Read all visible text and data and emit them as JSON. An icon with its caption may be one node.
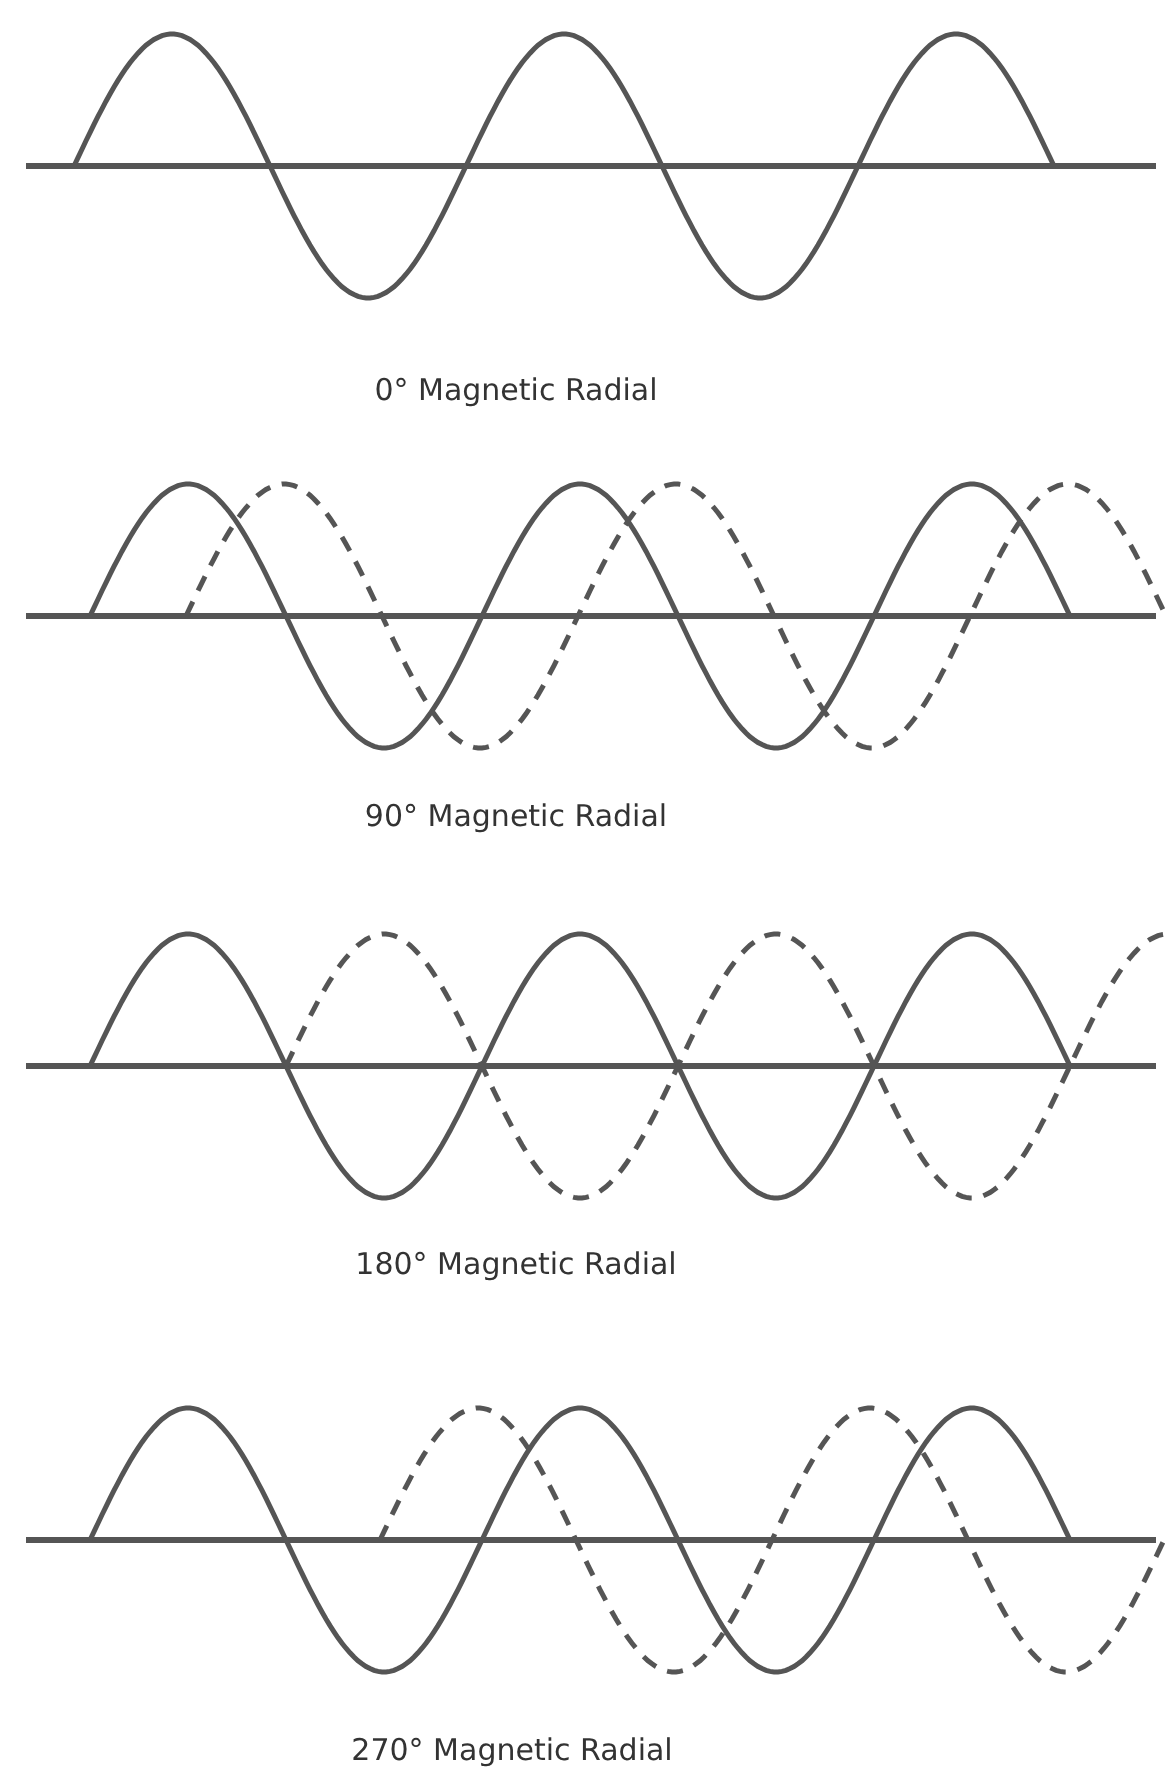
{
  "diagram": {
    "labels": [
      "0° Magnetic Radial",
      "90° Magnetic Radial",
      "180° Magnetic Radial",
      "270° Magnetic Radial"
    ]
  }
}
